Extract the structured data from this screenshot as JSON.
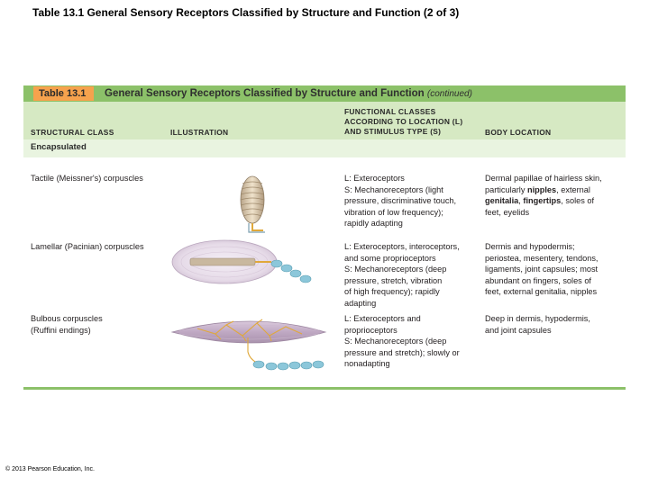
{
  "slide": {
    "title": "Table 13.1 General Sensory Receptors Classified by Structure and Function (2 of 3)",
    "copyright": "© 2013 Pearson Education, Inc."
  },
  "table": {
    "tag": "Table 13.1",
    "name": "General Sensory Receptors Classified by Structure and Function",
    "continued": "(continued)",
    "headers": {
      "structural": "Structural Class",
      "illustration": "Illustration",
      "functional": [
        "Functional Classes",
        "According to Location (L)",
        "and Stimulus Type (S)"
      ],
      "location": "Body Location"
    },
    "section": "Encapsulated",
    "rows": [
      {
        "structural": [
          "Tactile (Meissner's) corpuscles"
        ],
        "functional": [
          "L: Exteroceptors",
          "S: Mechanoreceptors (light",
          "pressure, discriminative touch,",
          "vibration of low frequency);",
          "rapidly adapting"
        ],
        "location": [
          [
            "Dermal papillae of hairless skin,",
            ""
          ],
          [
            "particularly ",
            "nipples",
            ", external"
          ],
          [
            "genitalia",
            ", ",
            "fingertips",
            ", ",
            "soles of"
          ],
          [
            "feet",
            ", ",
            "eyelids"
          ]
        ]
      },
      {
        "structural": [
          "Lamellar (Pacinian) corpuscles"
        ],
        "functional": [
          "L: Exteroceptors, interoceptors,",
          "and some proprioceptors",
          "S: Mechanoreceptors (deep",
          "pressure, stretch, vibration",
          "of high frequency); rapidly",
          "adapting"
        ],
        "location": [
          [
            "Dermis and hypodermis;"
          ],
          [
            "periostea, mesentery, tendons,"
          ],
          [
            "ligaments, joint capsules; most"
          ],
          [
            "abundant on fingers, soles of"
          ],
          [
            "feet, external genitalia, nipples"
          ]
        ]
      },
      {
        "structural": [
          "Bulbous corpuscles",
          "(Ruffini endings)"
        ],
        "functional": [
          "L: Exteroceptors and",
          "proprioceptors",
          "S: Mechanoreceptors (deep",
          "pressure and stretch); slowly or",
          "nonadapting"
        ],
        "location": [
          [
            "Deep in dermis, hypodermis,"
          ],
          [
            "and joint capsules"
          ]
        ]
      }
    ]
  },
  "colors": {
    "banner": "#8cc169",
    "tag": "#f6a24d",
    "header_band": "#d6e9c3",
    "sub_band": "#e9f4e0",
    "corpuscle": "#d9c6a6",
    "nerve": "#6fb5cc",
    "capsule": "#cdb2cf"
  },
  "icons": [
    "tactile-corpuscle-illustration",
    "lamellar-corpuscle-illustration",
    "bulbous-corpuscle-illustration"
  ]
}
